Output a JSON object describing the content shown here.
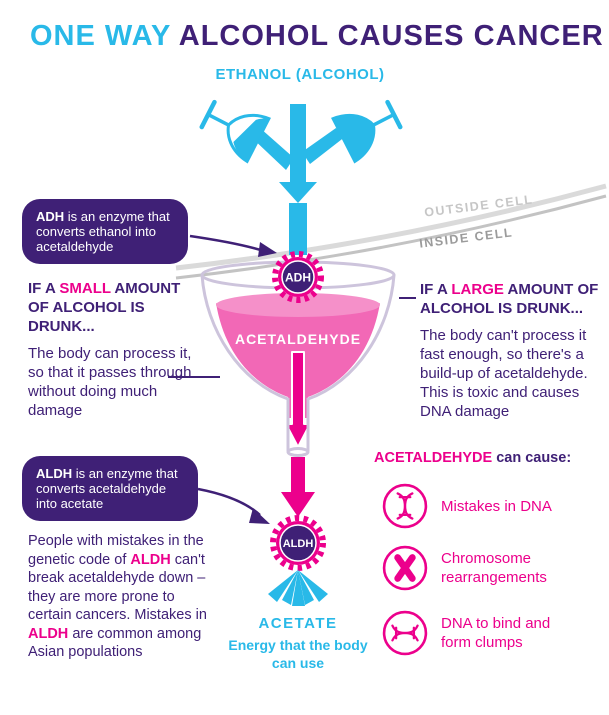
{
  "colors": {
    "cyan": "#29B9E8",
    "purple": "#3F2076",
    "pink": "#EC008C",
    "funnel_pink": "#F268B6",
    "membrane_gray": "#C3C3C3"
  },
  "title": {
    "highlight": "ONE WAY",
    "rest": "ALCOHOL CAUSES CANCER"
  },
  "ethanol_label": "ETHANOL (ALCOHOL)",
  "cell": {
    "outside": "OUTSIDE CELL",
    "inside": "INSIDE CELL"
  },
  "adh": {
    "bubble_bold": "ADH",
    "bubble_text": "is an enzyme that converts ethanol into acetaldehyde",
    "gear_label": "ADH"
  },
  "aldh": {
    "bubble_bold": "ALDH",
    "bubble_text": "is an enzyme that converts acetaldehyde into acetate",
    "gear_label": "ALDH"
  },
  "funnel": {
    "liquid_label": "ACETALDEHYDE"
  },
  "small_amount": {
    "prefix": "IF A",
    "highlight": "SMALL",
    "suffix": "AMOUNT OF ALCOHOL IS DRUNK...",
    "body": "The body can process it, so that it passes through without doing much damage"
  },
  "large_amount": {
    "prefix": "IF A",
    "highlight": "LARGE",
    "suffix": "AMOUNT OF ALCOHOL IS DRUNK...",
    "body": "The body can't process it fast enough, so there's a build-up of acetaldehyde. This is toxic and causes DNA damage"
  },
  "acetate": {
    "label": "ACETATE",
    "caption": "Energy that the body can use"
  },
  "aldh_note": {
    "seg1": "People with mistakes in the genetic code of",
    "seg2": "ALDH",
    "seg3": "can't break acetaldehyde down – they are more prone to certain cancers. Mistakes in",
    "seg4": "ALDH",
    "seg5": "are common among Asian populations"
  },
  "causes": {
    "highlight": "ACETALDEHYDE",
    "rest": "can cause:",
    "items": [
      {
        "icon": "dna-helix-icon",
        "label": "Mistakes in DNA"
      },
      {
        "icon": "chromosome-icon",
        "label": "Chromosome rearrangements"
      },
      {
        "icon": "dna-clump-icon",
        "label": "DNA to bind and form clumps"
      }
    ]
  }
}
